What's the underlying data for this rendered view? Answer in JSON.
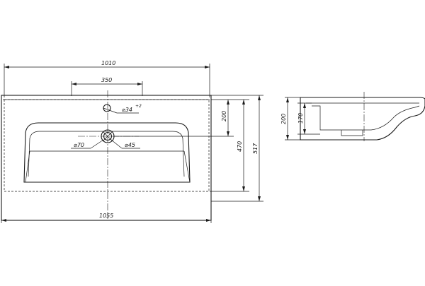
{
  "drawing": {
    "dimensions": {
      "top_width": "1010",
      "tap_spacing": "350",
      "bottom_width": "1055",
      "tap_offset": "200",
      "bowl_depth": "470",
      "total_depth": "517",
      "side_height": "200",
      "side_inner_height": "170"
    },
    "diameters": {
      "tap_hole": "⌀34",
      "tap_hole_tolerance": "+2",
      "drain_outer": "⌀70",
      "drain_inner": "⌀45"
    }
  }
}
